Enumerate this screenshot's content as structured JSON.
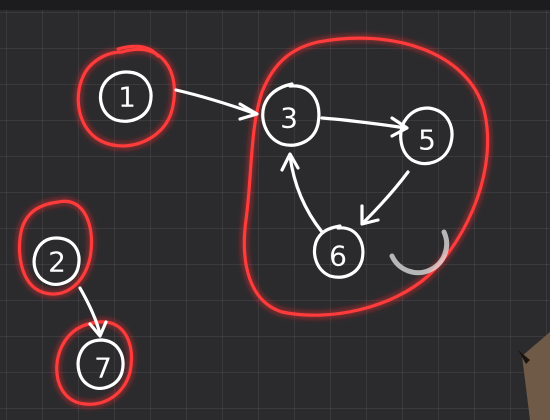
{
  "nodes": {
    "n1": {
      "label": "1"
    },
    "n2": {
      "label": "2"
    },
    "n3": {
      "label": "3"
    },
    "n5": {
      "label": "5"
    },
    "n6": {
      "label": "6"
    },
    "n7": {
      "label": "7"
    }
  },
  "edges": [
    {
      "from": "1",
      "to": "3"
    },
    {
      "from": "3",
      "to": "5"
    },
    {
      "from": "5",
      "to": "6"
    },
    {
      "from": "6",
      "to": "3"
    },
    {
      "from": "2",
      "to": "7"
    }
  ],
  "components": [
    {
      "members": [
        "1"
      ]
    },
    {
      "members": [
        "3",
        "5",
        "6"
      ]
    },
    {
      "members": [
        "2"
      ]
    },
    {
      "members": [
        "7"
      ]
    }
  ],
  "colors": {
    "background": "#2b2b2e",
    "chalk": "#ffffff",
    "component_outline": "#ff3b3b"
  }
}
